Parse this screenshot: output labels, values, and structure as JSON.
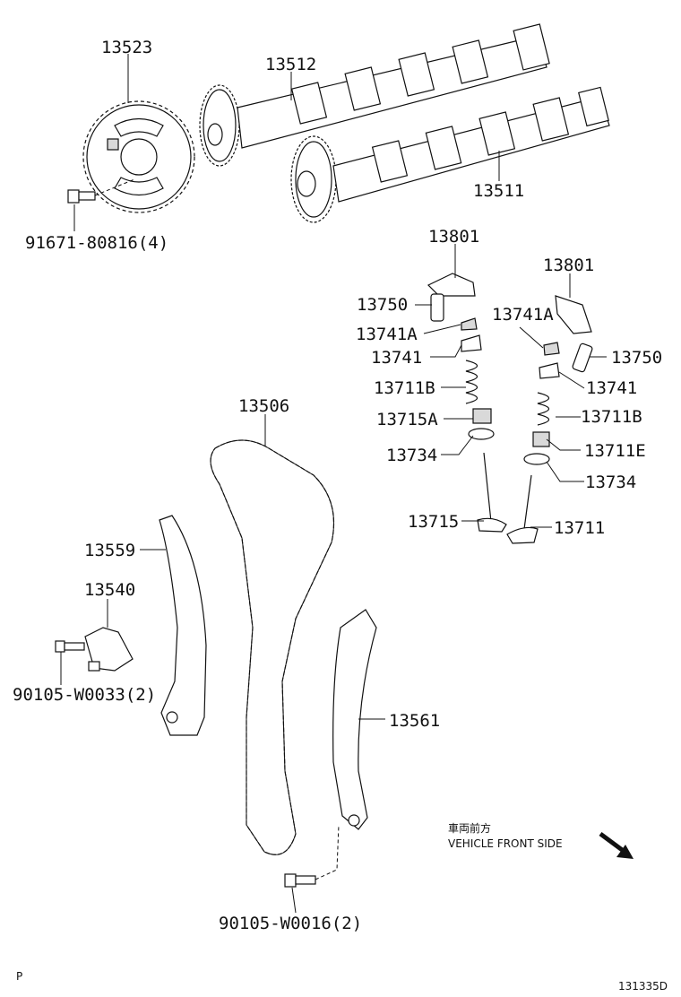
{
  "labels": {
    "p13523": "13523",
    "p13512": "13512",
    "p13511": "13511",
    "p91671": "91671-80816(4)",
    "p13801a": "13801",
    "p13801b": "13801",
    "p13750a": "13750",
    "p13750b": "13750",
    "p13741Aa": "13741A",
    "p13741Ab": "13741A",
    "p13741a": "13741",
    "p13741b": "13741",
    "p13711Ba": "13711B",
    "p13711Bb": "13711B",
    "p13715A": "13715A",
    "p13711E": "13711E",
    "p13734a": "13734",
    "p13734b": "13734",
    "p13715": "13715",
    "p13711": "13711",
    "p13506": "13506",
    "p13559": "13559",
    "p13540": "13540",
    "p90105a": "90105-W0033(2)",
    "p13561": "13561",
    "p90105b": "90105-W0016(2)"
  },
  "direction": {
    "jp": "車両前方",
    "en": "VEHICLE FRONT SIDE"
  },
  "footer": {
    "corner": "P",
    "code": "131335D"
  }
}
